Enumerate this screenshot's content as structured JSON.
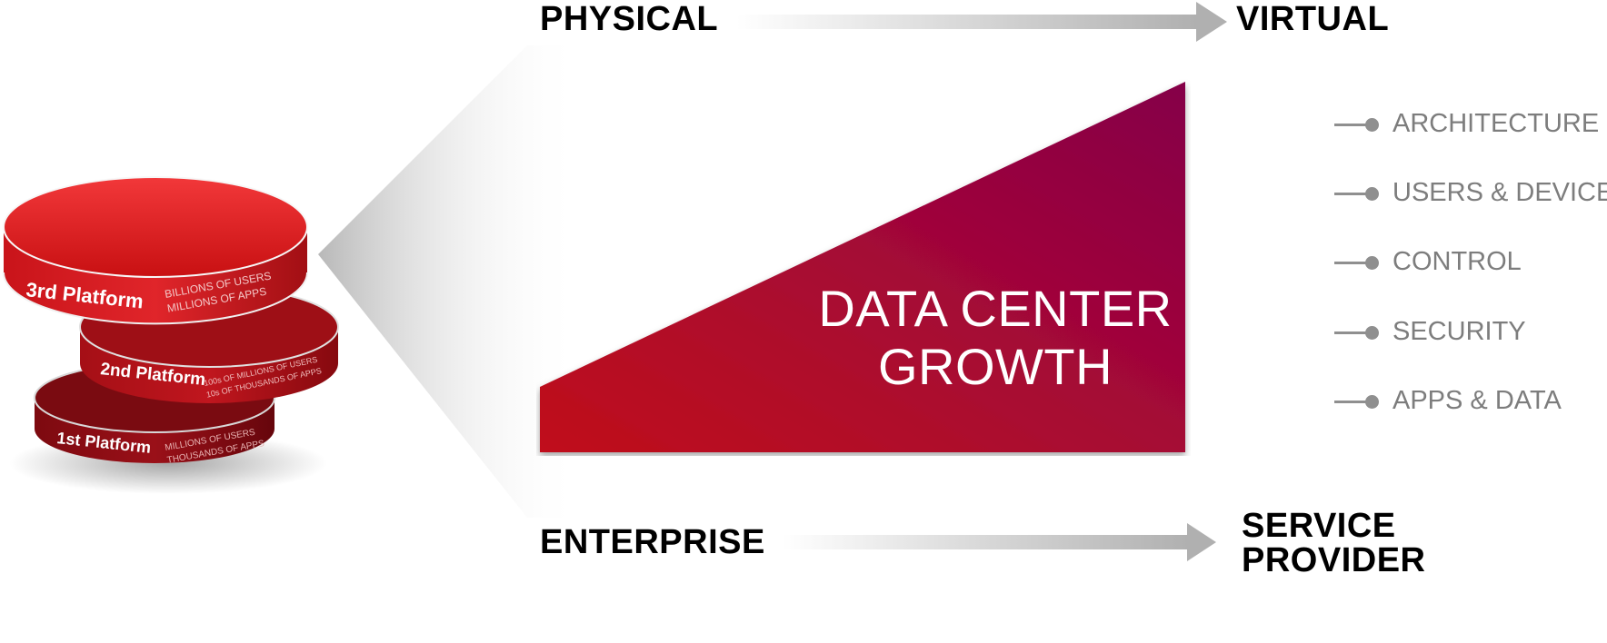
{
  "top_axis": {
    "left_label": "PHYSICAL",
    "right_label": "VIRTUAL"
  },
  "bottom_axis": {
    "left_label": "ENTERPRISE",
    "right_label_line1": "SERVICE",
    "right_label_line2": "PROVIDER"
  },
  "growth": {
    "line1": "DATA CENTER",
    "line2": "GROWTH"
  },
  "ticks": [
    "ARCHITECTURE",
    "USERS & DEVICES",
    "CONTROL",
    "SECURITY",
    "APPS & DATA"
  ],
  "platforms": [
    {
      "name": "3rd Platform",
      "line1": "BILLIONS OF USERS",
      "line2": "MILLIONS OF APPS"
    },
    {
      "name": "2nd Platform",
      "line1": "100s OF MILLIONS OF USERS",
      "line2": "10s OF THOUSANDS OF APPS"
    },
    {
      "name": "1st Platform",
      "line1": "MILLIONS OF USERS",
      "line2": "THOUSANDS OF APPS"
    }
  ],
  "colors": {
    "platform_red": "#d7191c",
    "growth_start": "#b3101c",
    "growth_end": "#8a0045",
    "tick_gray": "#8f8f8f"
  }
}
